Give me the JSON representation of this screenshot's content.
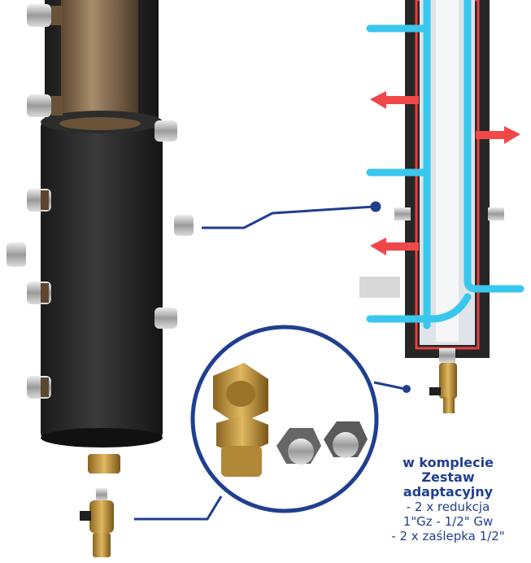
{
  "caption": {
    "line1": "w komplecie",
    "line2": "Zestaw",
    "line3": "adaptacyjny",
    "items": [
      "- 2 x redukcja",
      "1\"Gz - 1/2\" Gw",
      "- 2 x zaślepka 1/2\""
    ]
  },
  "colors": {
    "brand_blue": "#1f3f8f",
    "flow_cold": "#39c7ee",
    "flow_hot": "#f04848",
    "insulation": "#2a2a2a",
    "brass": "#c8a04a"
  },
  "icons": {
    "callout_dot": "dot-icon",
    "cold_arrow": "arrow-right-icon",
    "hot_arrow": "arrow-left-icon"
  }
}
